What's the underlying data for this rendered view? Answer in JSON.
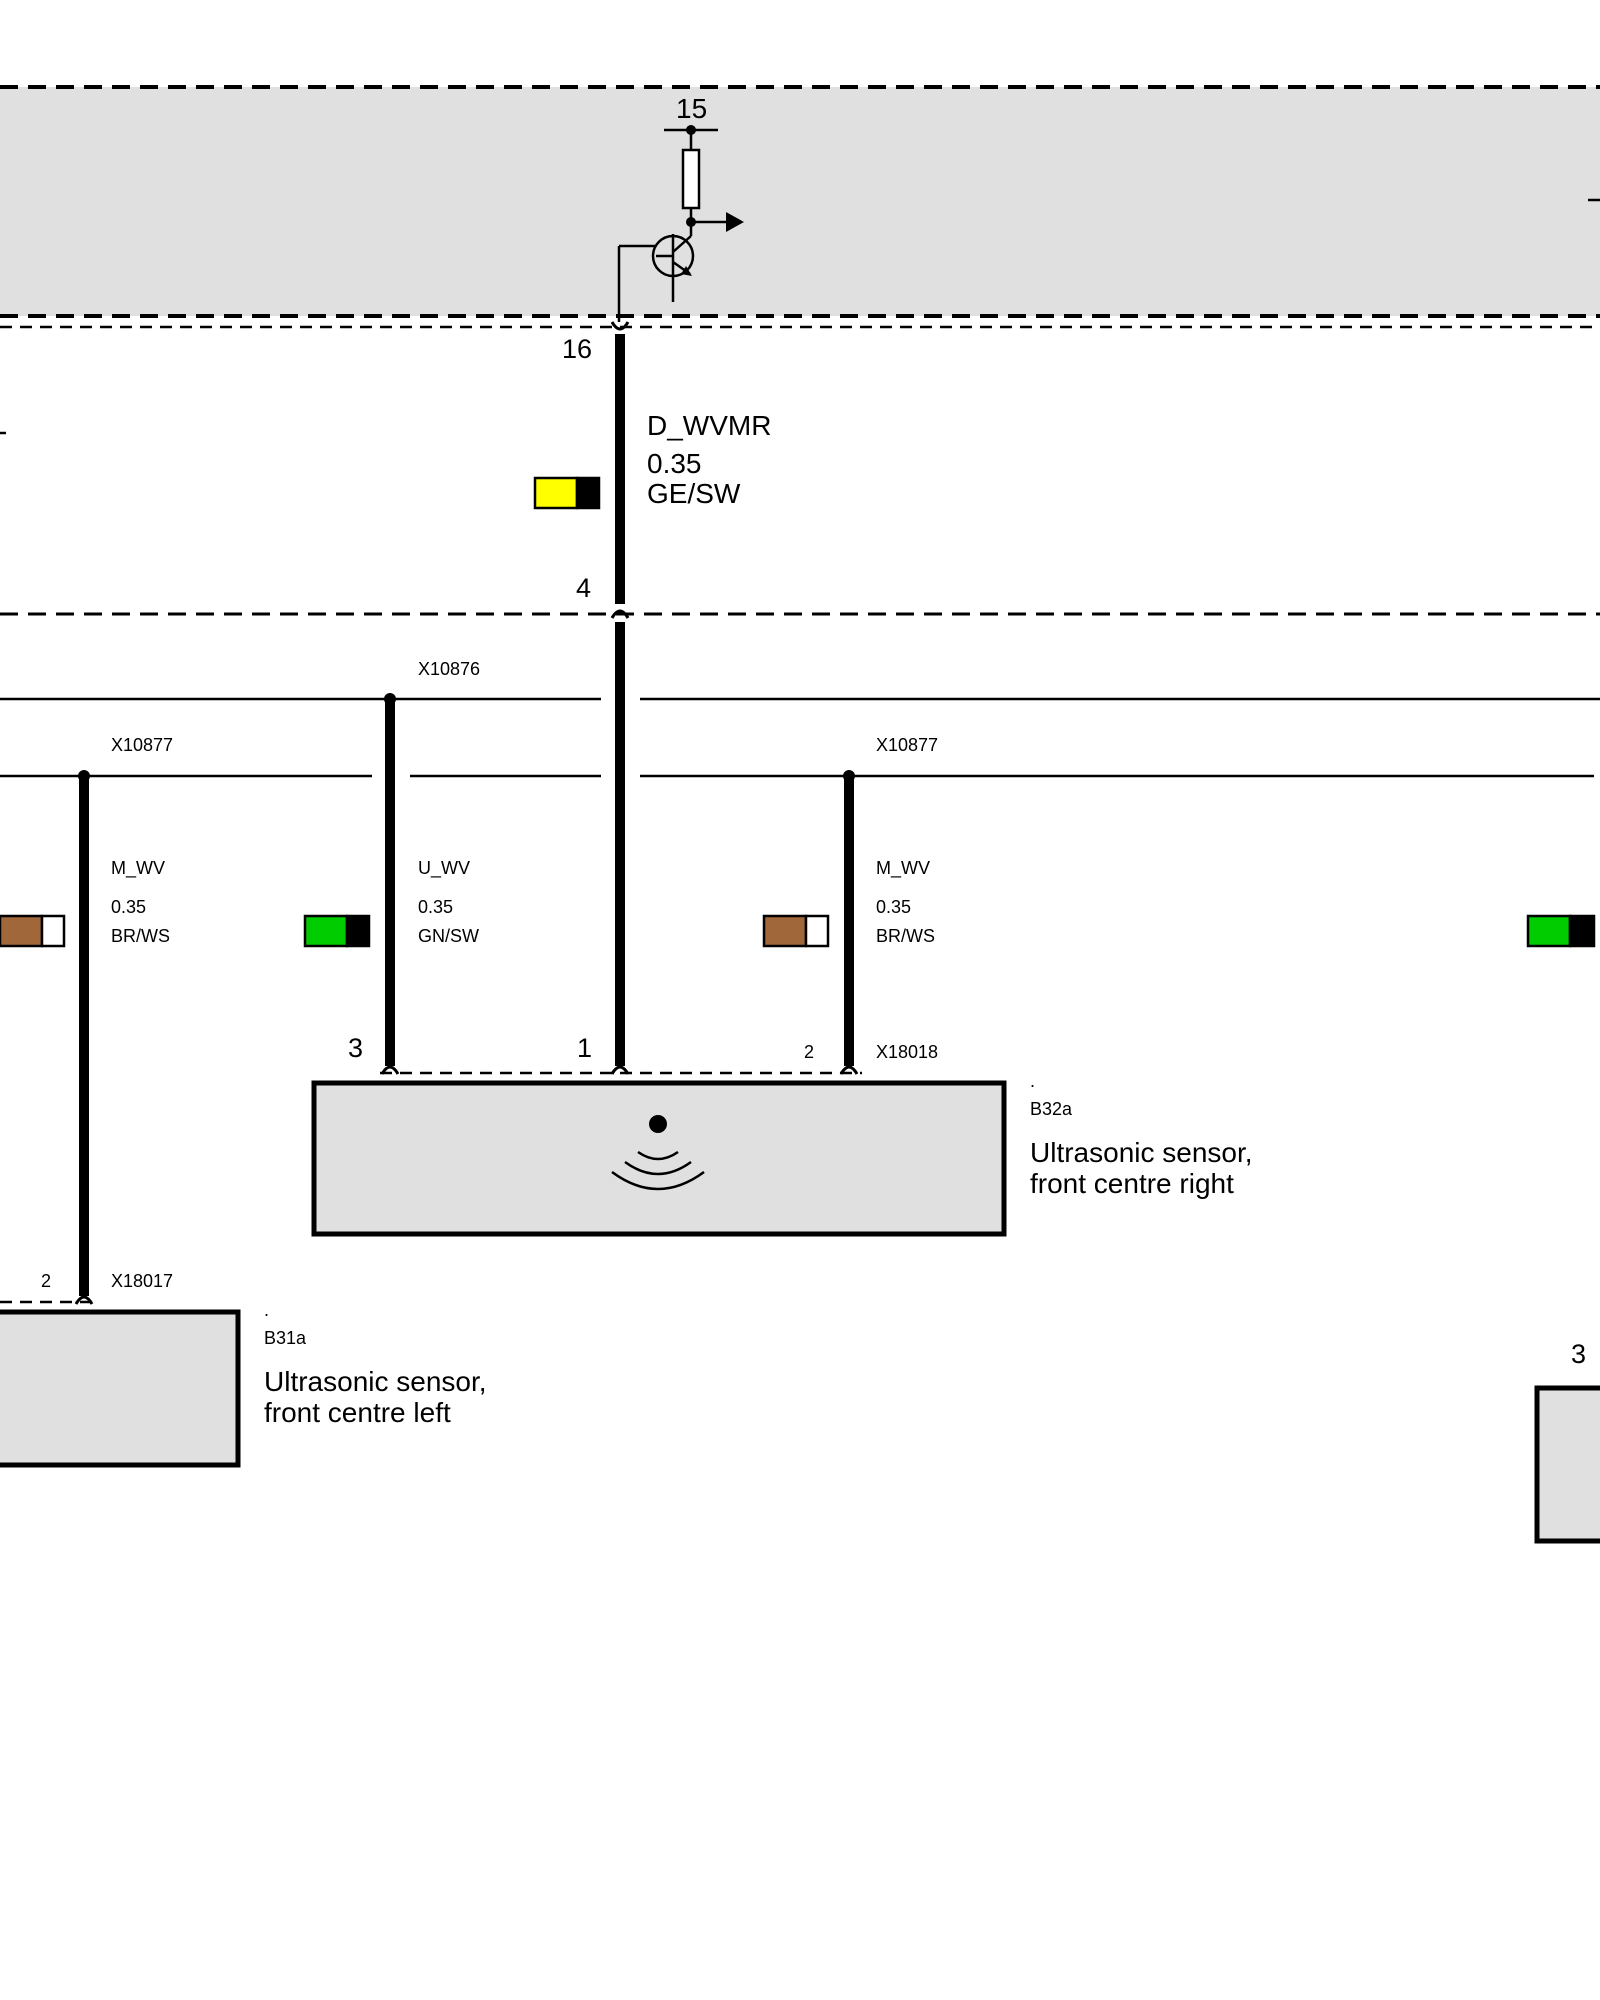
{
  "control_unit": {
    "supply_terminal": "15",
    "output_pin": "16"
  },
  "wires": {
    "d_wvmr": {
      "name": "D_WVMR",
      "gauge": "0.35",
      "color_code": "GE/SW",
      "pin_top": "4",
      "colors": [
        "#ffff00",
        "#000000"
      ]
    },
    "m_wv_left": {
      "name": "M_WV",
      "gauge": "0.35",
      "color_code": "BR/WS",
      "colors": [
        "#a0683a",
        "#ffffff"
      ]
    },
    "u_wv": {
      "name": "U_WV",
      "gauge": "0.35",
      "color_code": "GN/SW",
      "colors": [
        "#00cc00",
        "#000000"
      ]
    },
    "m_wv_right": {
      "name": "M_WV",
      "gauge": "0.35",
      "color_code": "BR/WS",
      "colors": [
        "#a0683a",
        "#ffffff"
      ]
    },
    "far_right_swatch": {
      "colors": [
        "#00cc00",
        "#000000"
      ]
    }
  },
  "splices": {
    "x10876": "X10876",
    "x10877_left": "X10877",
    "x10877_right": "X10877"
  },
  "sensor_right": {
    "connector": "X18018",
    "dot": ".",
    "id": "B32a",
    "name_line1": "Ultrasonic sensor,",
    "name_line2": "front centre right",
    "pin_3": "3",
    "pin_1": "1",
    "pin_2": "2"
  },
  "sensor_left": {
    "connector": "X18017",
    "dot": ".",
    "id": "B31a",
    "name_line1": "Ultrasonic sensor,",
    "name_line2": "front centre left",
    "pin_2": "2"
  },
  "far_right_component": {
    "pin": "3"
  },
  "colors": {
    "component_fill": "#e0e0e0",
    "line": "#000000"
  }
}
